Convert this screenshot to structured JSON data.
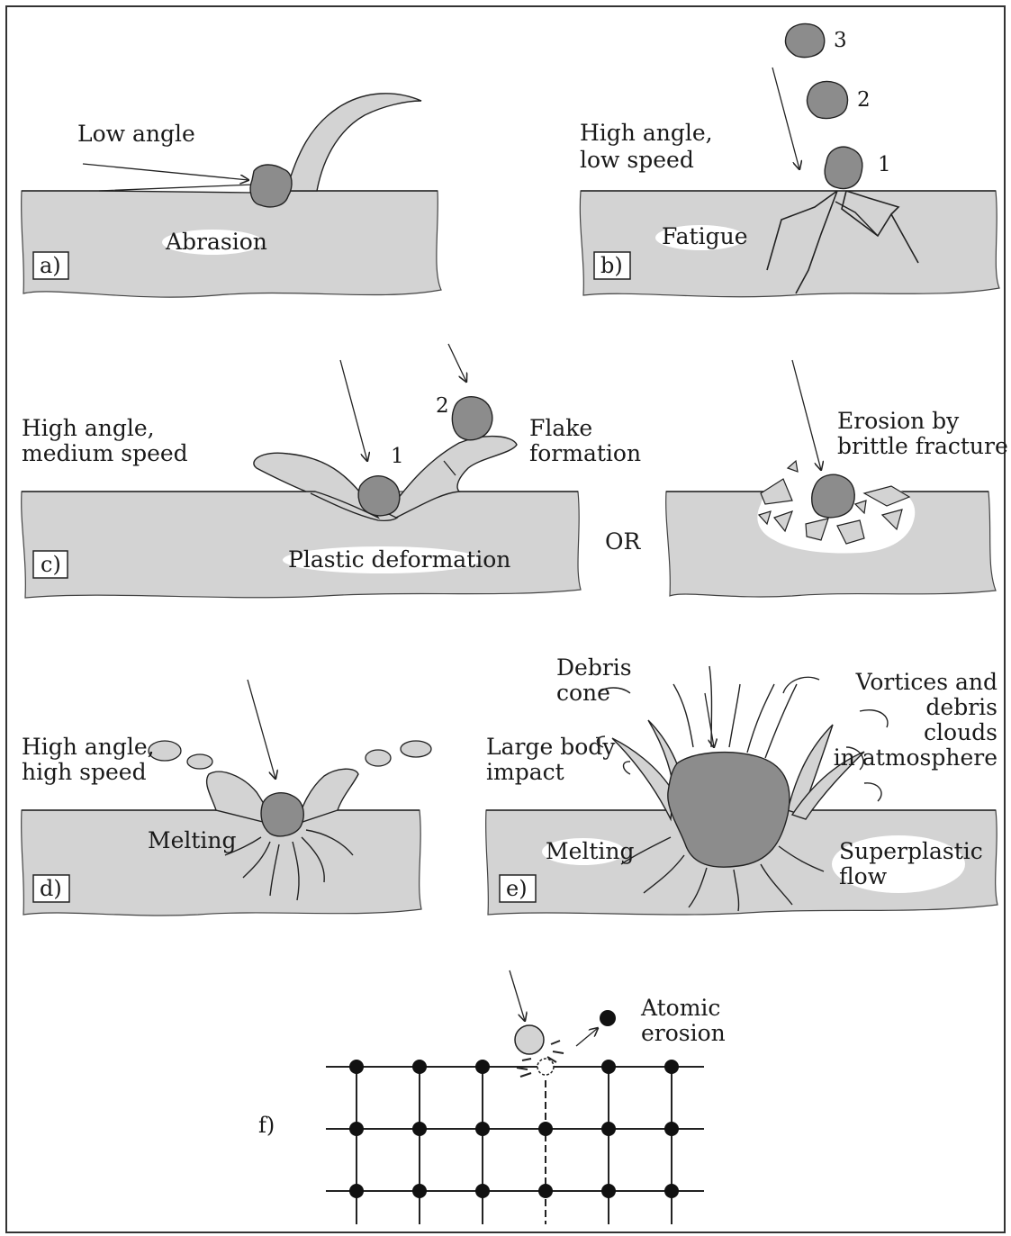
{
  "panels": {
    "a": {
      "label": "a)",
      "arrow_label": "Low angle",
      "process": "Abrasion"
    },
    "b": {
      "label": "b)",
      "condition_line1": "High angle,",
      "condition_line2": "low speed",
      "process": "Fatigue",
      "seq": [
        "1",
        "2",
        "3"
      ]
    },
    "c": {
      "label": "c)",
      "condition_line1": "High angle,",
      "condition_line2": "medium speed",
      "process": "Plastic deformation",
      "flake_line1": "Flake",
      "flake_line2": "formation",
      "seq": [
        "1",
        "2"
      ],
      "or_text": "OR",
      "brittle_line1": "Erosion by",
      "brittle_line2": "brittle fracture"
    },
    "d": {
      "label": "d)",
      "condition_line1": "High angle,",
      "condition_line2": "high speed",
      "process": "Melting"
    },
    "e": {
      "label": "e)",
      "debris_line1": "Debris",
      "debris_line2": "cone",
      "impact_line1": "Large body",
      "impact_line2": "impact",
      "vortex_line1": "Vortices and",
      "vortex_line2": "debris",
      "vortex_line3": "clouds",
      "vortex_line4": "in atmosphere",
      "melting": "Melting",
      "superplastic_line1": "Superplastic",
      "superplastic_line2": "flow"
    },
    "f": {
      "label": "f)",
      "atomic_line1": "Atomic",
      "atomic_line2": "erosion"
    }
  },
  "colors": {
    "surface": "#d3d3d3",
    "particle": "#8c8c8c",
    "line": "#222222",
    "frame": "#333333"
  }
}
